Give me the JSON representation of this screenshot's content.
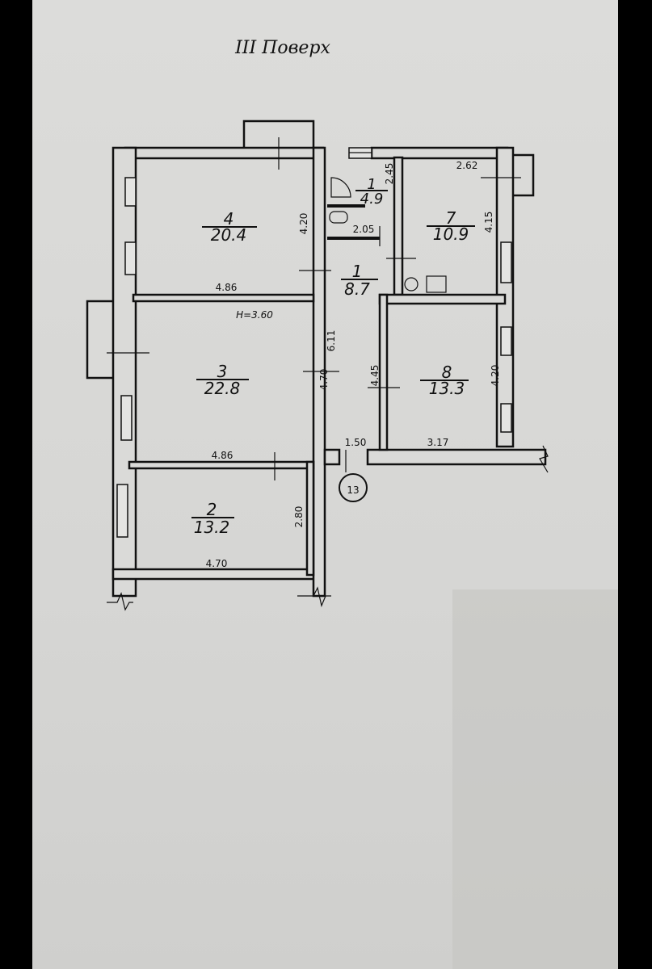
{
  "title": "III Поверх",
  "height_note": "H=3.60",
  "entrance_marker": "13",
  "rooms": [
    {
      "number": "4",
      "area": "20.4",
      "dims": [
        "4.20",
        "4.86"
      ]
    },
    {
      "number": "3",
      "area": "22.8",
      "dims": [
        "4.70",
        "4.86"
      ]
    },
    {
      "number": "2",
      "area": "13.2",
      "dims": [
        "2.80",
        "4.70"
      ]
    },
    {
      "number": "1",
      "area": "8.7",
      "dims": [
        "6.11",
        "1.50"
      ]
    },
    {
      "number": "1",
      "area": "4.9",
      "dims": [
        "2.45",
        "2.05"
      ]
    },
    {
      "number": "7",
      "area": "10.9",
      "dims": [
        "2.62",
        "4.15"
      ]
    },
    {
      "number": "8",
      "area": "13.3",
      "dims": [
        "4.45",
        "4.20",
        "3.17"
      ]
    }
  ]
}
